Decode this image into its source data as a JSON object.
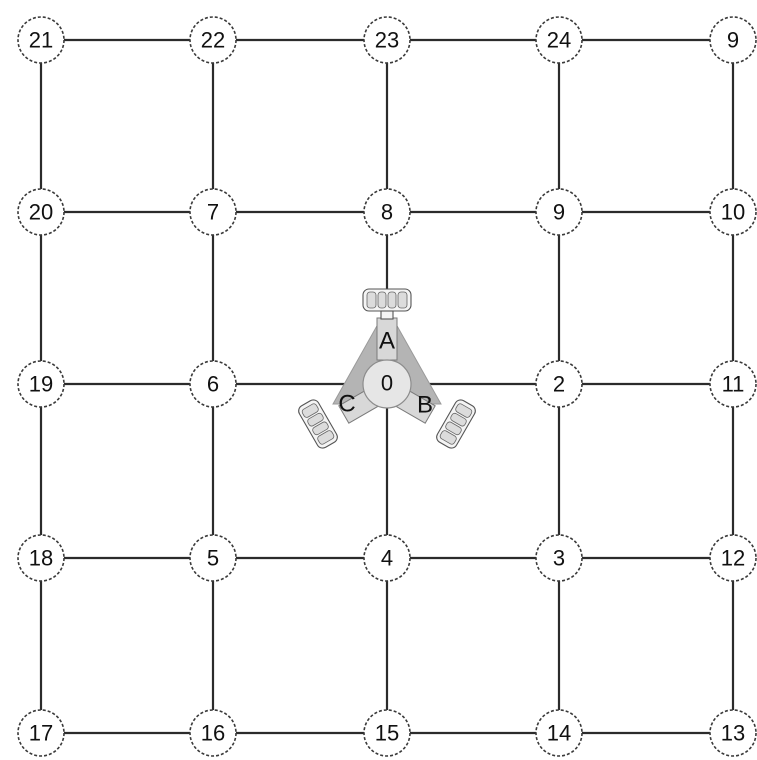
{
  "grid": {
    "rows": [
      [
        "21",
        "22",
        "23",
        "24",
        "9"
      ],
      [
        "20",
        "7",
        "8",
        "9",
        "10"
      ],
      [
        "19",
        "6",
        "0",
        "2",
        "11"
      ],
      [
        "18",
        "5",
        "4",
        "3",
        "12"
      ],
      [
        "17",
        "16",
        "15",
        "14",
        "13"
      ]
    ]
  },
  "robot": {
    "center_label": "0",
    "wheels": [
      "A",
      "B",
      "C"
    ]
  }
}
